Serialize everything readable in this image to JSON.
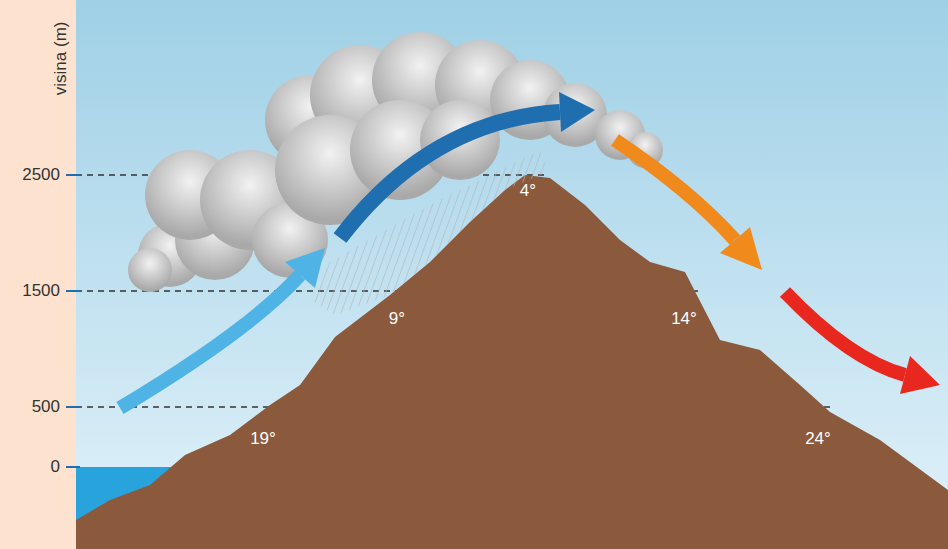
{
  "diagram": {
    "labels": [
      "visina (m)",
      "2500",
      "1500",
      "500",
      "0",
      "4°",
      "9°",
      "14°",
      "19°",
      "24°"
    ]
  }
}
